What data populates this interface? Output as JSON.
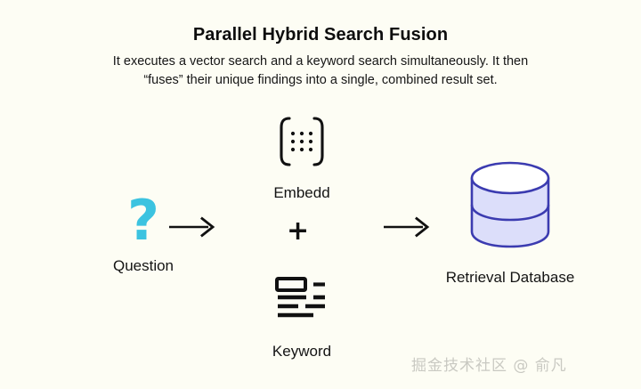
{
  "header": {
    "title": "Parallel Hybrid Search Fusion",
    "subtitle_line1": "It executes a vector search and a keyword search simultaneously. It then",
    "subtitle_line2": "“fuses” their unique findings into a single, combined result set."
  },
  "diagram": {
    "nodes": [
      {
        "id": "question",
        "label": "Question",
        "icon": "question-mark-icon",
        "color": "#3cc3e0"
      },
      {
        "id": "embedd",
        "label": "Embedd",
        "icon": "embedding-matrix-icon",
        "color": "#111111"
      },
      {
        "id": "keyword",
        "label": "Keyword",
        "icon": "keyword-list-icon",
        "color": "#111111"
      },
      {
        "id": "database",
        "label": "Retrieval Database",
        "icon": "database-cylinder-icon",
        "color": "#3b3bb0"
      }
    ],
    "connectors": [
      {
        "id": "arrow-1",
        "type": "right-arrow-icon",
        "from": "question",
        "to": "embedd-keyword-group"
      },
      {
        "id": "arrow-2",
        "type": "right-arrow-icon",
        "from": "embedd-keyword-group",
        "to": "database"
      }
    ],
    "operator": {
      "id": "plus",
      "symbol": "+",
      "name": "plus-operator"
    }
  },
  "watermark": {
    "text": "掘金技术社区 @ 俞凡"
  },
  "colors": {
    "background": "#fdfdf4",
    "text": "#111111",
    "accent_cyan": "#3cc3e0",
    "db_stroke": "#3b3bb0",
    "db_fill": "#dcdefa",
    "watermark": "#c9c9c2"
  }
}
